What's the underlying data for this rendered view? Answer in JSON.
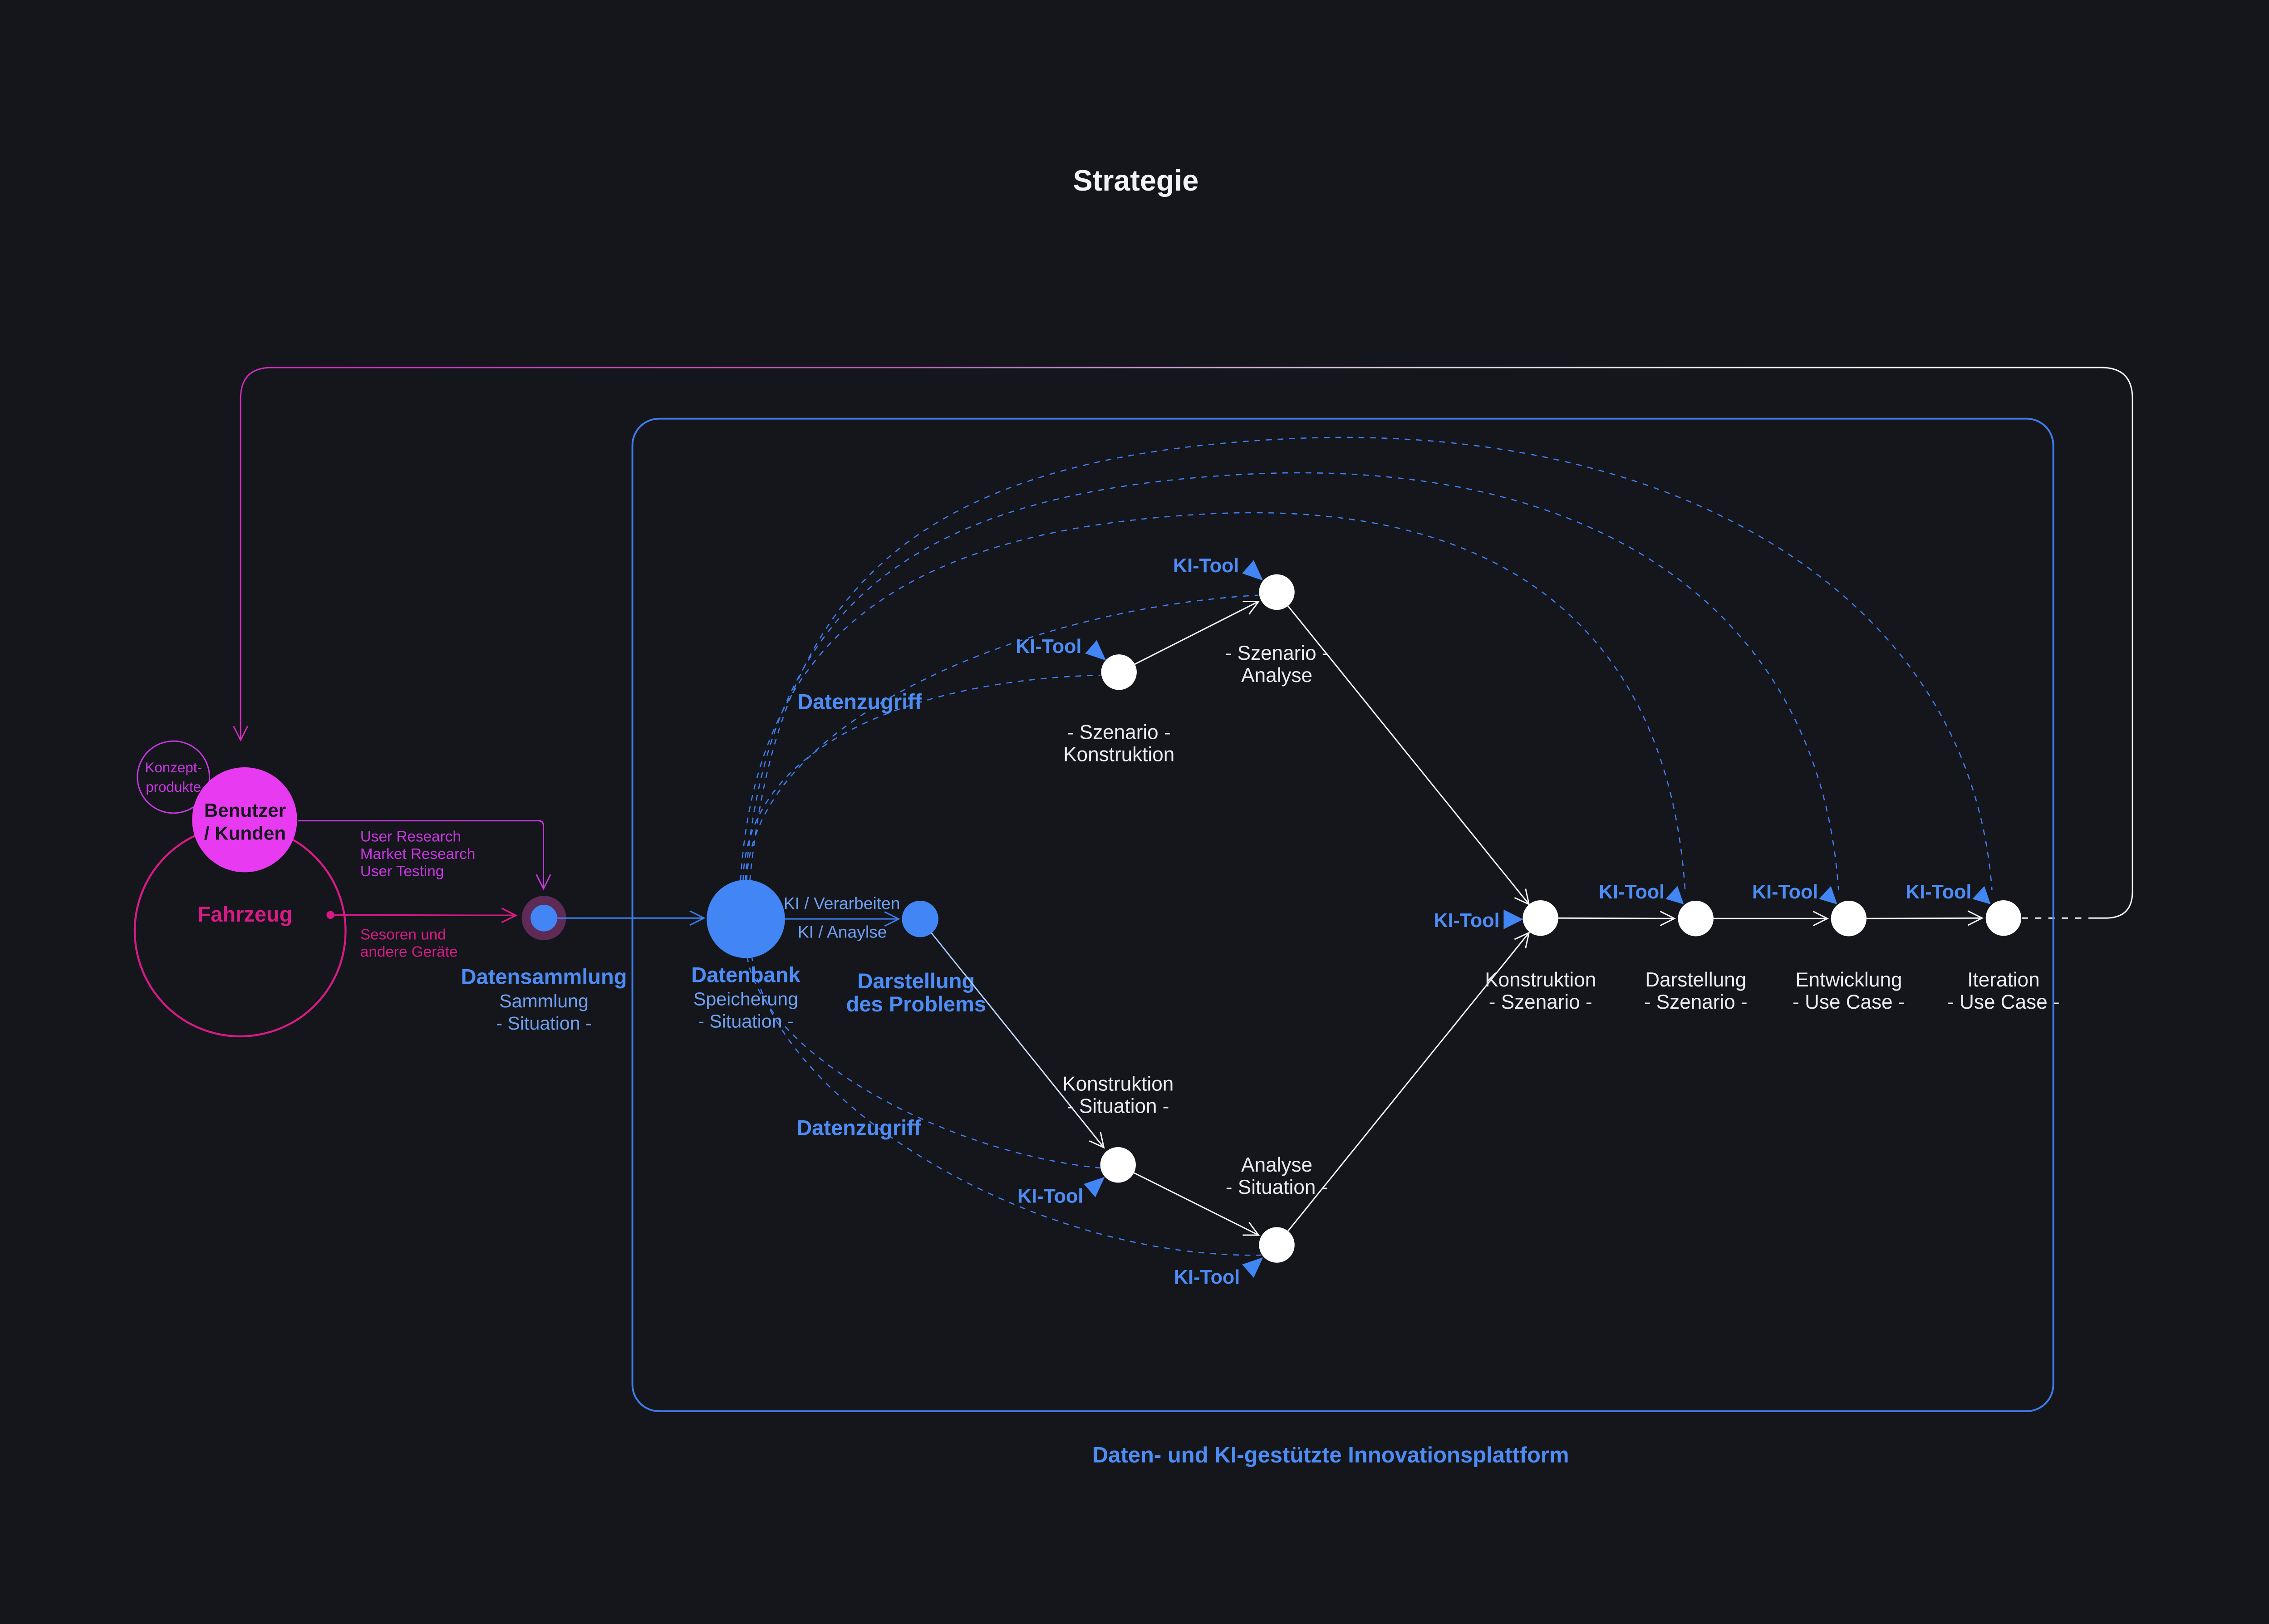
{
  "colors": {
    "bg": "#14161b",
    "white": "#f2f3f5",
    "node-fill": "#ffffff",
    "node-label": "#e9ebee",
    "blue": "#4285f4",
    "blue-text": "#4d8cf5",
    "blue-light": "#6fa0f2",
    "blue-line": "#3f7ef0",
    "blue-rect": "#3d7cee",
    "magenta": "#c837e0",
    "magenta-bright": "#e83af0",
    "magenta-loop": "#d12bbd",
    "pink": "#d61a86",
    "plum": "#5d2b55",
    "dark-text": "#17181d",
    "line-light-blue": "#9cc2f8"
  },
  "title": "Strategie",
  "caption": "Daten- und KI-gestützte Innovationsplattform",
  "source": {
    "konzept_line1": "Konzept-",
    "konzept_line2": "produkte",
    "benutzer_line1": "Benutzer",
    "benutzer_line2": "/ Kunden",
    "fahrzeug": "Fahrzeug",
    "research_line1": "User Research",
    "research_line2": "Market Research",
    "research_line3": "User Testing",
    "sensor_line1": "Sesoren und",
    "sensor_line2": "andere Geräte",
    "datensammlung_title": "Datensammlung",
    "datensammlung_line1": "Sammlung",
    "datensammlung_line2": "- Situation -"
  },
  "platform": {
    "datenbank_title": "Datenbank",
    "datenbank_line1": "Speicherung",
    "datenbank_line2": "- Situation -",
    "ki_verarbeiten": "KI / Verarbeiten",
    "ki_analyse": "KI / Anaylse",
    "darstellung_line1": "Darstellung",
    "darstellung_line2": "des Problems",
    "datenzugriff_top": "Datenzugriff",
    "datenzugriff_bottom": "Datenzugriff",
    "ki_tool": "KI-Tool",
    "nodes": {
      "szenario_konstruktion": {
        "line1": "- Szenario -",
        "line2": "Konstruktion"
      },
      "szenario_analyse": {
        "line1": "- Szenario -",
        "line2": "Analyse"
      },
      "konstruktion_situation": {
        "line1": "Konstruktion",
        "line2": "- Situation -"
      },
      "analyse_situation": {
        "line1": "Analyse",
        "line2": "- Situation -"
      },
      "konstruktion_szenario": {
        "line1": "Konstruktion",
        "line2": "- Szenario -"
      },
      "darstellung_szenario": {
        "line1": "Darstellung",
        "line2": "- Szenario -"
      },
      "entwicklung_usecase": {
        "line1": "Entwicklung",
        "line2": "- Use Case -"
      },
      "iteration_usecase": {
        "line1": "Iteration",
        "line2": "- Use Case -"
      }
    }
  }
}
